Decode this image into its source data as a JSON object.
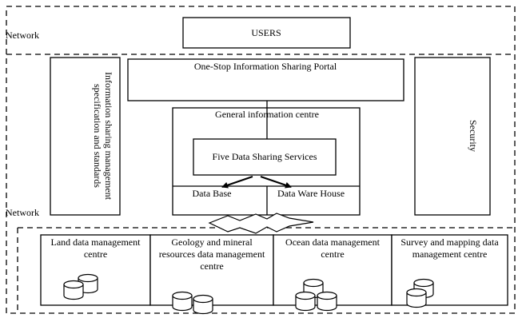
{
  "labels": {
    "network_top": "Network",
    "network_bottom": "Network",
    "users": "USERS",
    "portal": "One-Stop Information Sharing Portal",
    "spec_line1": "Information sharing management",
    "spec_line2": "specification and standards",
    "security": "Security",
    "general_centre": "General information centre",
    "five_services": "Five Data Sharing Services",
    "database": "Data Base",
    "warehouse": "Data Ware House"
  },
  "centres": [
    {
      "lines": [
        "Land data management",
        "centre"
      ]
    },
    {
      "lines": [
        "Geology and mineral",
        "resources data management",
        "centre"
      ]
    },
    {
      "lines": [
        "Ocean data management",
        "centre"
      ]
    },
    {
      "lines": [
        "Survey and mapping data",
        "management centre"
      ]
    }
  ]
}
